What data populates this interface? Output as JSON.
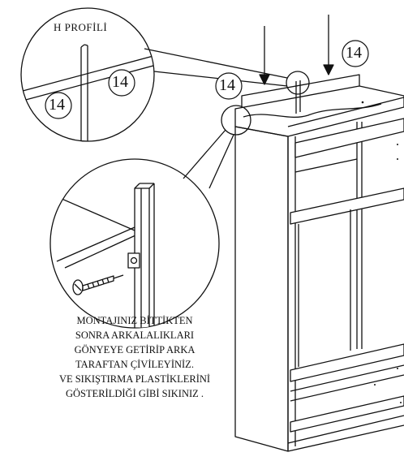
{
  "labels": {
    "h_profile": "H PROFİLİ",
    "part_numbers": [
      "14",
      "14",
      "14",
      "14"
    ]
  },
  "instructions": [
    "MONTAJINIZ BİTTİKTEN",
    "SONRA ARKALALIKLARI",
    "GÖNYEYE GETİRİP ARKA",
    "TARAFTAN  ÇİVİLEYİNİZ.",
    "VE  SIKIŞTIRMA PLASTİKLERİNİ",
    "GÖSTERİLDİĞİ GİBİ SIKINIZ ."
  ]
}
